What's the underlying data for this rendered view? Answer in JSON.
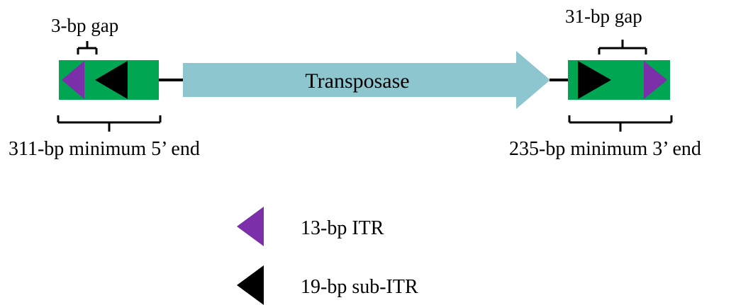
{
  "figure": {
    "type": "gene-structure-diagram",
    "subject": "transposon element structure",
    "background_color": "#ffffff"
  },
  "colors": {
    "itr_purple": "#7B2FA8",
    "sub_itr_black": "#000000",
    "terminal_region_green": "#00A651",
    "transposase_teal": "#8DC6CE",
    "line_black": "#000000"
  },
  "left_end": {
    "gap_label": "3-bp gap",
    "bracket_label": "311-bp minimum 5’ end",
    "itr_name": "13-bp ITR",
    "sub_itr_name": "19-bp sub-ITR",
    "itr_direction": "left",
    "sub_itr_direction": "left"
  },
  "right_end": {
    "gap_label": "31-bp gap",
    "bracket_label": "235-bp minimum 3’ end",
    "itr_name": "13-bp ITR",
    "sub_itr_name": "19-bp sub-ITR",
    "itr_direction": "right",
    "sub_itr_direction": "right"
  },
  "gene": {
    "label": "Transposase",
    "direction": "right"
  },
  "legend": {
    "items": [
      {
        "label": "13-bp ITR",
        "color": "#7B2FA8",
        "shape": "left-triangle"
      },
      {
        "label": "19-bp sub-ITR",
        "color": "#000000",
        "shape": "left-triangle"
      }
    ]
  }
}
